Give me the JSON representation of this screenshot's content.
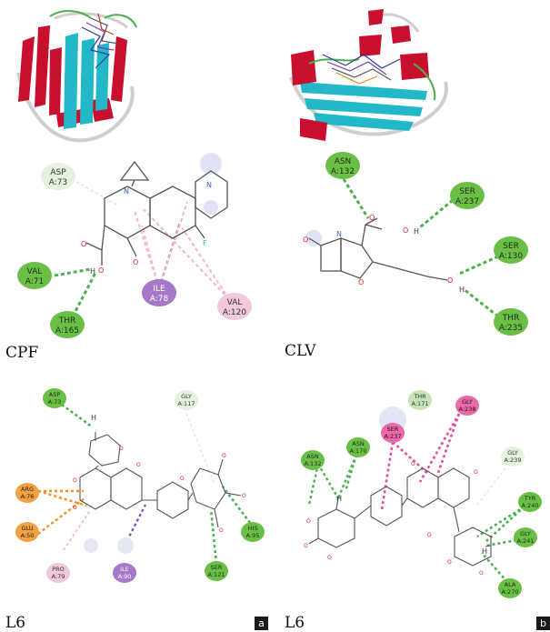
{
  "panels": {
    "top_left_label": "CPF",
    "top_right_label": "CLV",
    "bottom_left_label": "L6",
    "bottom_right_label": "L6",
    "tag_a": "a",
    "tag_b": "b"
  },
  "cpf_residues": [
    {
      "line1": "ASP",
      "line2": "A:73"
    },
    {
      "line1": "VAL",
      "line2": "A:71"
    },
    {
      "line1": "THR",
      "line2": "A:165"
    },
    {
      "line1": "ILE",
      "line2": "A:78"
    },
    {
      "line1": "VAL",
      "line2": "A:120"
    }
  ],
  "clv_residues": [
    {
      "line1": "ASN",
      "line2": "A:132"
    },
    {
      "line1": "SER",
      "line2": "A:237"
    },
    {
      "line1": "SER",
      "line2": "A:130"
    },
    {
      "line1": "THR",
      "line2": "A:235"
    }
  ],
  "l6a_residues": [
    {
      "line1": "ASP",
      "line2": "A:73"
    },
    {
      "line1": "GLY",
      "line2": "A:117"
    },
    {
      "line1": "ARG",
      "line2": "A:76"
    },
    {
      "line1": "GLU",
      "line2": "A:50"
    },
    {
      "line1": "PRO",
      "line2": "A:79"
    },
    {
      "line1": "ILE",
      "line2": "A:90"
    },
    {
      "line1": "HIS",
      "line2": "A:95"
    },
    {
      "line1": "SER",
      "line2": "A:121"
    }
  ],
  "l6b_residues": [
    {
      "line1": "THR",
      "line2": "A:171"
    },
    {
      "line1": "GLY",
      "line2": "A:238"
    },
    {
      "line1": "SER",
      "line2": "A:237"
    },
    {
      "line1": "ASN",
      "line2": "A:170"
    },
    {
      "line1": "ASN",
      "line2": "A:132"
    },
    {
      "line1": "GLY",
      "line2": "A:239"
    },
    {
      "line1": "TYR",
      "line2": "A:240"
    },
    {
      "line1": "GLY",
      "line2": "A:241"
    },
    {
      "line1": "ALA",
      "line2": "A:270"
    }
  ],
  "atoms": {
    "O": "O",
    "N": "N",
    "H": "H",
    "F": "F"
  },
  "colors": {
    "conventional_hbond": "#4caf50",
    "carbon_hbond": "#d8ead2",
    "pi_alkyl": "#f2b6cf",
    "pi_sigma": "#8a4fb0",
    "pi_cation": "#f0901e",
    "pi_pi": "#e44d9b",
    "helix": "#c8102e",
    "sheet": "#23b8c8",
    "coil": "#cfcfcf"
  }
}
